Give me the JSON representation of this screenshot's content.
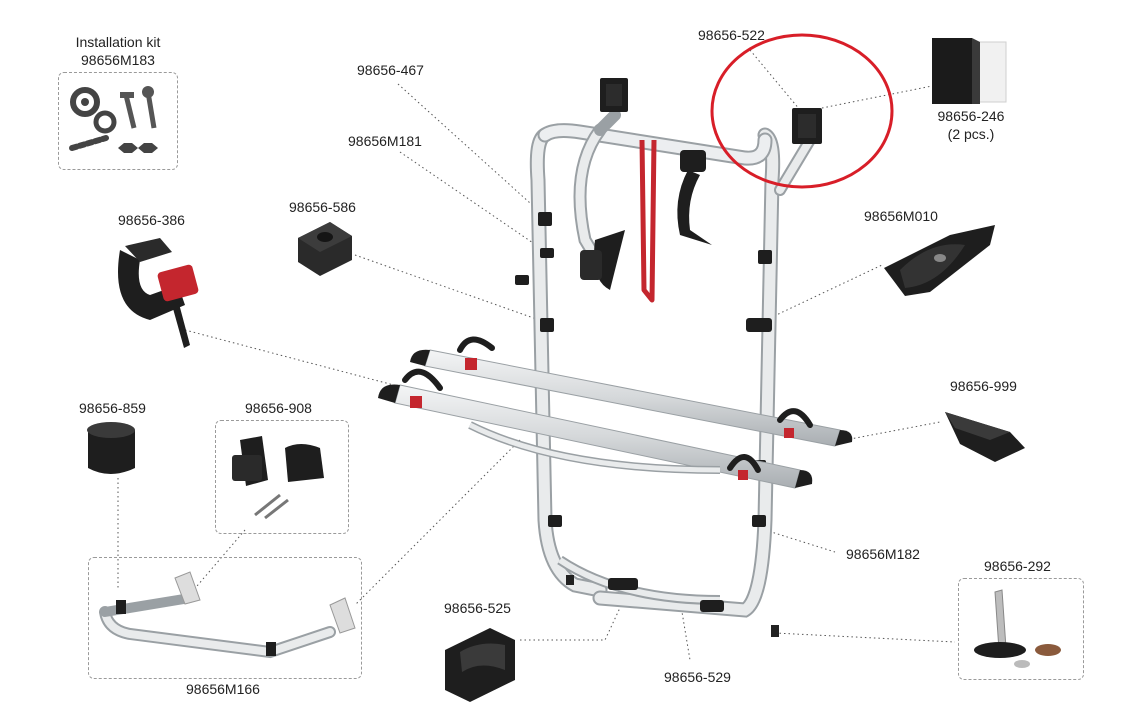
{
  "parts": {
    "installation_kit": {
      "title": "Installation kit",
      "code": "98656M183"
    },
    "p467": "98656-467",
    "p522": "98656-522",
    "p246": {
      "code": "98656-246",
      "qty": "(2 pcs.)"
    },
    "pM181": "98656M181",
    "p386": "98656-386",
    "p586": "98656-586",
    "pM010": "98656M010",
    "p999": "98656-999",
    "p859": "98656-859",
    "p908": "98656-908",
    "pM182": "98656M182",
    "p292": "98656-292",
    "p525": "98656-525",
    "p529": "98656-529",
    "pM166": "98656M166"
  },
  "colors": {
    "frame": "#d9dcde",
    "frame_edge": "#9aa0a4",
    "black_part": "#1e1e1e",
    "red_strap": "#c4262e",
    "highlight_circle": "#d81e28",
    "leader": "#555555"
  }
}
